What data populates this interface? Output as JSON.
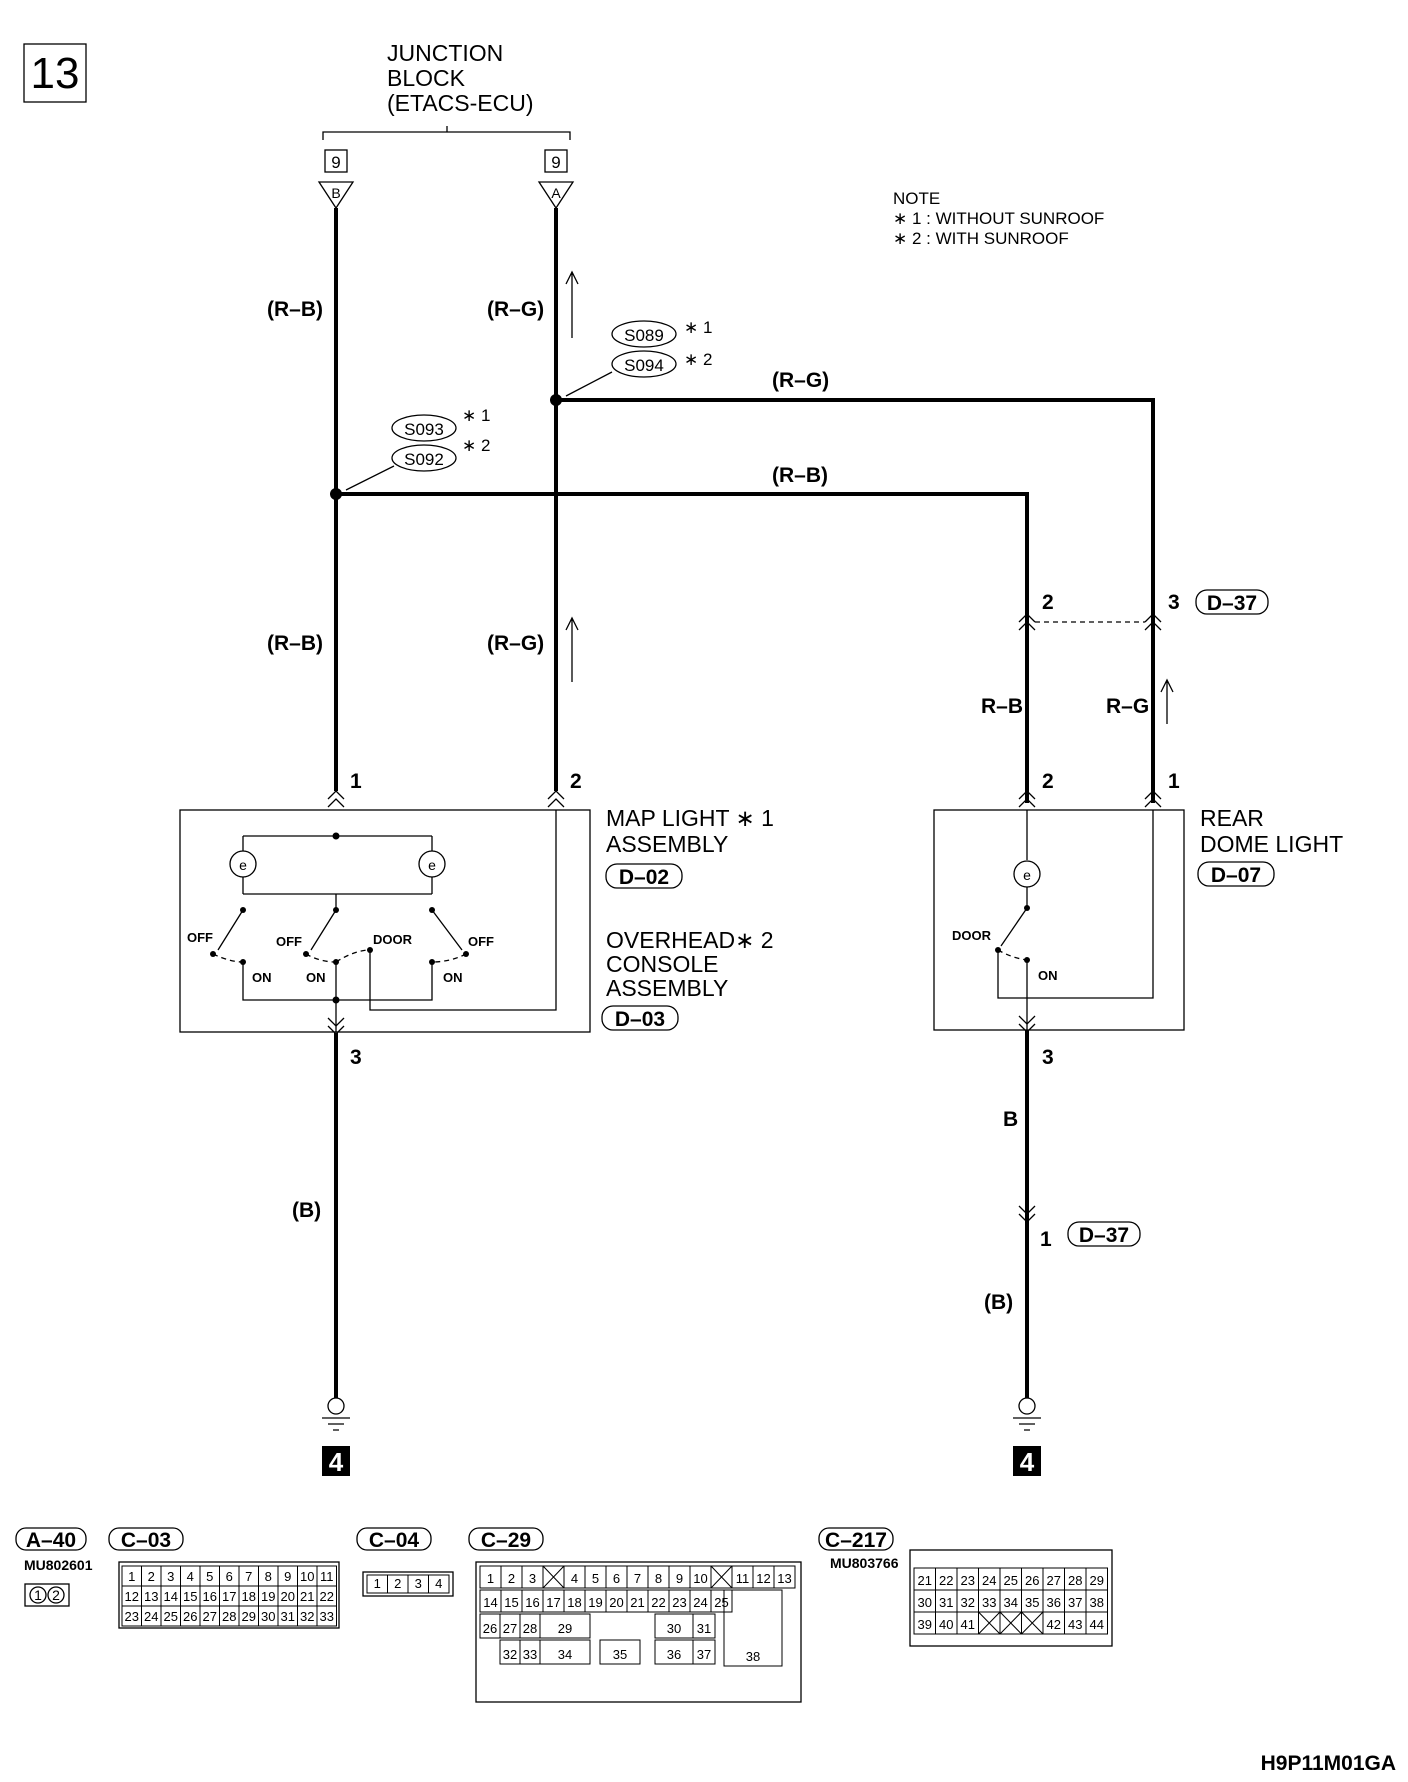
{
  "page_number": "13",
  "diagram_code": "H9P11M01GA",
  "junction_block": {
    "line1": "JUNCTION",
    "line2": "BLOCK",
    "line3": "(ETACS-ECU)"
  },
  "junction_terminals": [
    {
      "number": "9",
      "letter": "B"
    },
    {
      "number": "9",
      "letter": "A"
    }
  ],
  "note": {
    "title": "NOTE",
    "item1": "∗ 1 : WITHOUT SUNROOF",
    "item2": "∗ 2 : WITH SUNROOF"
  },
  "splices": {
    "s089": "S089",
    "s094": "S094",
    "s093": "S093",
    "s092": "S092",
    "mark1": "∗ 1",
    "mark2": "∗ 2"
  },
  "wire_labels": {
    "rb_upper": "(R–B)",
    "rg_upper": "(R–G)",
    "rg_right": "(R–G)",
    "rb_right": "(R–B)",
    "rb_lower": "(R–B)",
    "rg_lower": "(R–G)",
    "rb_rear": "R–B",
    "rg_rear": "R–G",
    "b_left": "(B)",
    "b_rear": "B",
    "b_rear_lower": "(B)"
  },
  "pins": {
    "d37_2": "2",
    "d37_3": "3",
    "map_1": "1",
    "map_2": "2",
    "map_3": "3",
    "rear_2": "2",
    "rear_1": "1",
    "rear_3": "3",
    "d37_1": "1"
  },
  "map_light": {
    "line1": "MAP LIGHT ∗ 1",
    "line2": "ASSEMBLY",
    "connector": "D–02",
    "overhead1": "OVERHEAD∗ 2",
    "overhead2": "CONSOLE",
    "overhead3": "ASSEMBLY",
    "connector2": "D–03",
    "sw_off1": "OFF",
    "sw_off2": "OFF",
    "sw_door": "DOOR",
    "sw_off3": "OFF",
    "sw_on1": "ON",
    "sw_on2": "ON",
    "sw_on3": "ON"
  },
  "rear_dome": {
    "line1": "REAR",
    "line2": "DOME LIGHT",
    "connector": "D–07",
    "sw_door": "DOOR",
    "sw_on": "ON"
  },
  "d37_label": "D–37",
  "d37_label_lower": "D–37",
  "ground_left": "4",
  "ground_right": "4",
  "connectors": {
    "a40": {
      "label": "A–40",
      "part": "MU802601",
      "pins": [
        "1",
        "2"
      ]
    },
    "c03": {
      "label": "C–03",
      "rows": [
        [
          "1",
          "2",
          "3",
          "4",
          "5",
          "6",
          "7",
          "8",
          "9",
          "10",
          "11"
        ],
        [
          "12",
          "13",
          "14",
          "15",
          "16",
          "17",
          "18",
          "19",
          "20",
          "21",
          "22"
        ],
        [
          "23",
          "24",
          "25",
          "26",
          "27",
          "28",
          "29",
          "30",
          "31",
          "32",
          "33"
        ]
      ]
    },
    "c04": {
      "label": "C–04",
      "pins": [
        "1",
        "2",
        "3",
        "4"
      ]
    },
    "c29": {
      "label": "C–29",
      "row1": [
        "1",
        "2",
        "3",
        "",
        "4",
        "5",
        "6",
        "7",
        "8",
        "9",
        "10",
        "",
        "11",
        "12",
        "13"
      ],
      "row2": [
        "14",
        "15",
        "16",
        "17",
        "18",
        "19",
        "20",
        "21",
        "22",
        "23",
        "24",
        "25"
      ],
      "row3": [
        "26",
        "27",
        "28",
        "29",
        "30",
        "31"
      ],
      "row4": [
        "32",
        "33",
        "34",
        "35",
        "36",
        "37"
      ],
      "big": "38"
    },
    "c217": {
      "label": "C–217",
      "part": "MU803766",
      "row1": [
        "21",
        "22",
        "23",
        "24",
        "25",
        "26",
        "27",
        "28",
        "29"
      ],
      "row2": [
        "30",
        "31",
        "32",
        "33",
        "34",
        "35",
        "36",
        "37",
        "38"
      ],
      "row3": [
        "39",
        "40",
        "41",
        "",
        "",
        "",
        "42",
        "43",
        "44"
      ]
    }
  }
}
